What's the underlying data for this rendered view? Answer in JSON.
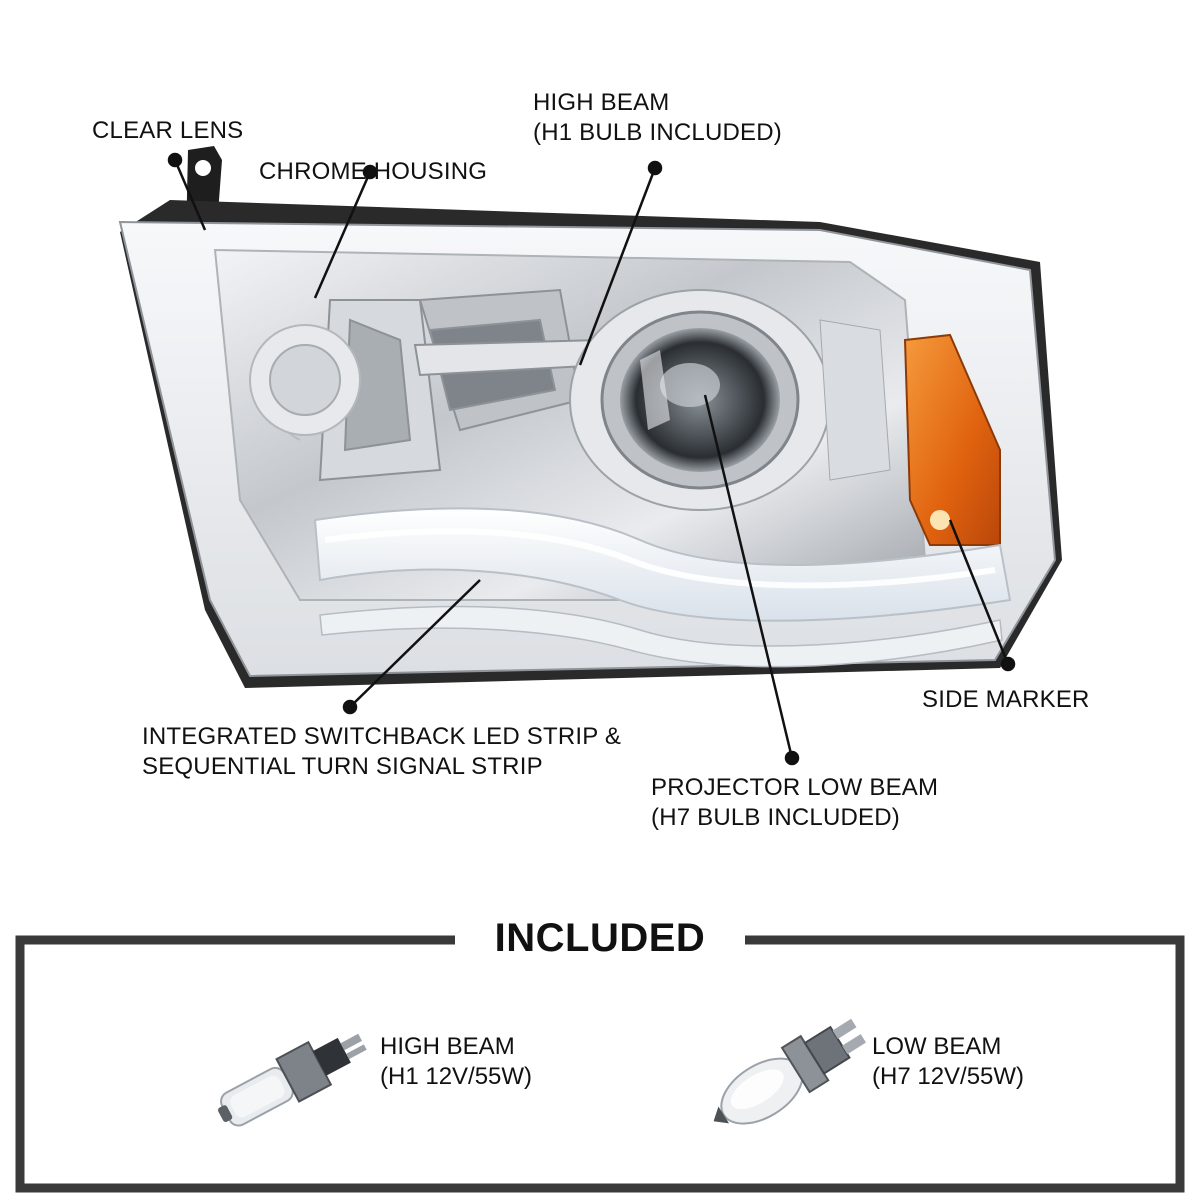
{
  "callouts": {
    "clear_lens": "CLEAR LENS",
    "chrome_housing": "CHROME HOUSING",
    "high_beam": {
      "line1": "HIGH BEAM",
      "line2": "(H1 BULB INCLUDED)"
    },
    "side_marker": "SIDE MARKER",
    "led_strip": {
      "line1": "INTEGRATED SWITCHBACK LED STRIP &",
      "line2": "SEQUENTIAL TURN SIGNAL STRIP"
    },
    "projector_low_beam": {
      "line1": "PROJECTOR LOW BEAM",
      "line2": "(H7 BULB INCLUDED)"
    }
  },
  "included": {
    "title": "INCLUDED",
    "high_beam_bulb": {
      "line1": "HIGH BEAM",
      "line2": "(H1 12V/55W)"
    },
    "low_beam_bulb": {
      "line1": "LOW BEAM",
      "line2": "(H7 12V/55W)"
    }
  },
  "colors": {
    "frame": "#3a3a3a",
    "amber": "#e0620f",
    "chrome": "#c9ccd0",
    "led": "#f4f7fb",
    "callout_line": "#111111"
  },
  "icons": [
    "headlight-assembly",
    "projector-lens",
    "amber-side-marker",
    "h1-bulb-icon",
    "h7-bulb-icon"
  ]
}
